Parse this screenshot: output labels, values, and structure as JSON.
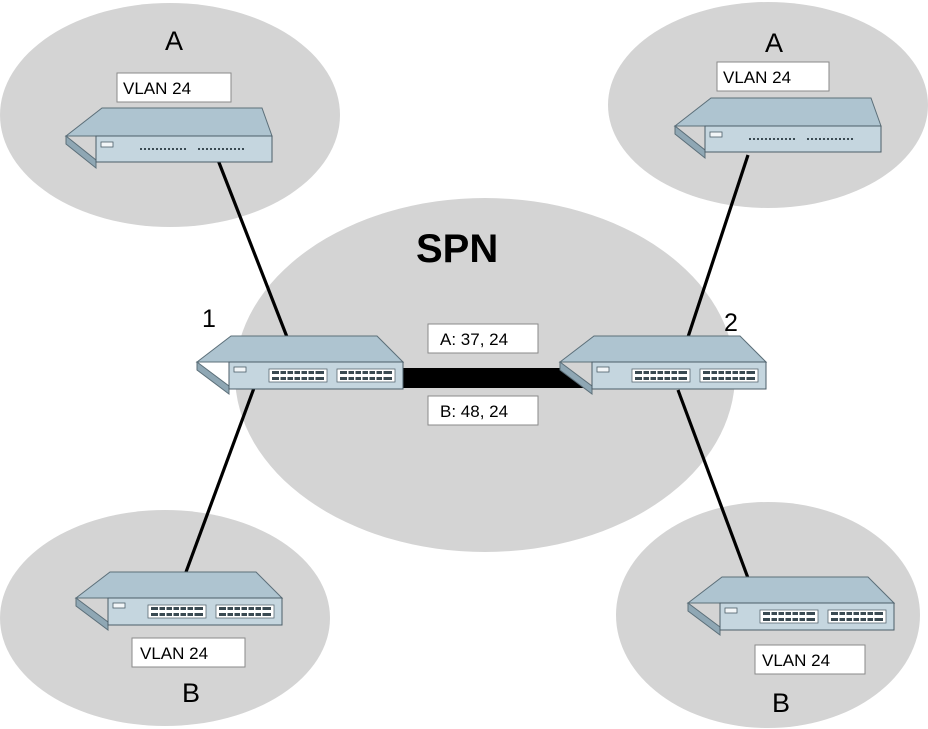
{
  "title": "SPN",
  "switch_numbers": {
    "switch_1": "1",
    "switch_2": "2"
  },
  "trunk_labels": {
    "a": "A: 37, 24",
    "b": "B: 48, 24"
  },
  "sites": {
    "top_left": {
      "letter": "A",
      "vlan": "VLAN 24"
    },
    "top_right": {
      "letter": "A",
      "vlan": "VLAN 24"
    },
    "bottom_left": {
      "letter": "B",
      "vlan": "VLAN 24"
    },
    "bottom_right": {
      "letter": "B",
      "vlan": "VLAN 24"
    }
  },
  "colors": {
    "cloud": "#d4d4d4",
    "switch_top": "#aec4d0",
    "switch_front": "#c5d6df",
    "link": "#000000"
  }
}
